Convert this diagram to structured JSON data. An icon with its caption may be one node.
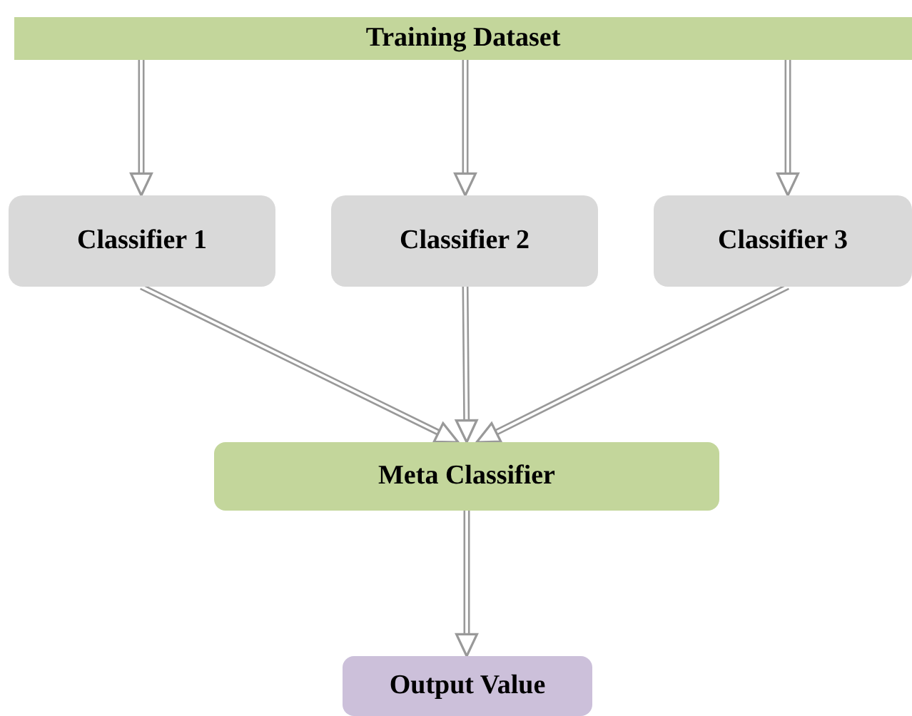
{
  "diagram": {
    "nodes": [
      {
        "text": [
          "Training Dataset"
        ]
      },
      {
        "text": [
          "Classifier 1"
        ]
      },
      {
        "text": [
          "Classifier 2"
        ]
      },
      {
        "text": [
          "Classifier 3"
        ]
      },
      {
        "text": [
          "Meta Classifier"
        ]
      },
      {
        "text": [
          "Output Value"
        ]
      }
    ],
    "edges": [
      {
        "from": 0,
        "to": 1,
        "arrow": "to"
      },
      {
        "from": 0,
        "to": 2,
        "arrow": "to"
      },
      {
        "from": 0,
        "to": 3,
        "arrow": "to"
      },
      {
        "from": 1,
        "to": 4,
        "arrow": "to"
      },
      {
        "from": 2,
        "to": 4,
        "arrow": "to"
      },
      {
        "from": 3,
        "to": 4,
        "arrow": "to"
      },
      {
        "from": 4,
        "to": 5,
        "arrow": "to"
      }
    ]
  }
}
